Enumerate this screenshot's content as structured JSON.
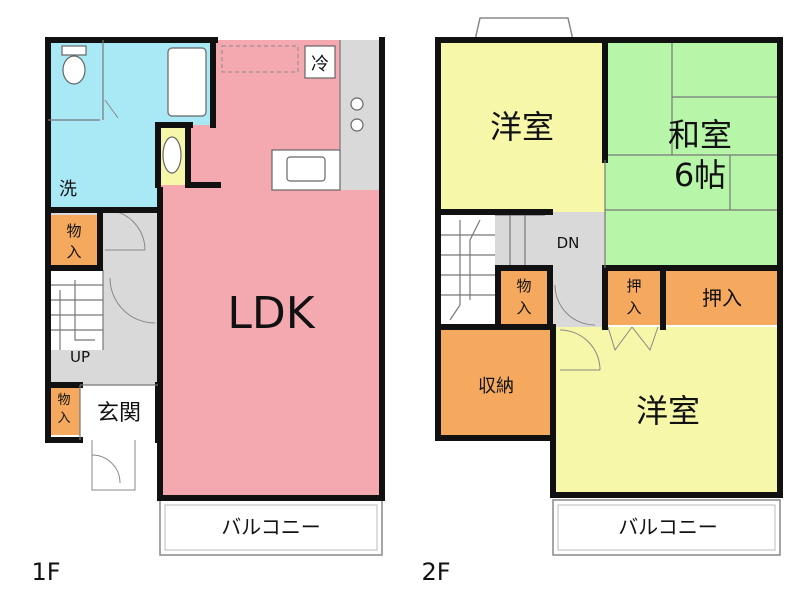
{
  "floor1": {
    "label": "1F",
    "rooms": {
      "ldk": "LDK",
      "wash": "洗",
      "fridge": "冷",
      "storage_upper": [
        "物",
        "入"
      ],
      "storage_lower": [
        "物",
        "入"
      ],
      "entrance": "玄関",
      "stairs_up": "UP",
      "balcony": "バルコニー"
    }
  },
  "floor2": {
    "label": "2F",
    "rooms": {
      "western_top": "洋室",
      "japanese": [
        "和室",
        "6帖"
      ],
      "stairs_down": "DN",
      "storage_small": [
        "物",
        "入"
      ],
      "oshiire_small": [
        "押",
        "入"
      ],
      "oshiire_wide": "押入",
      "shuno": "収納",
      "western_bottom": "洋室",
      "balcony": "バルコニー"
    }
  },
  "colors": {
    "ldk": "#f4a9b0",
    "wet": "#a9e8f5",
    "western": "#f7f7a9",
    "japanese": "#b7f5a9",
    "storage": "#f4a95e",
    "corridor": "#d9d9d9",
    "wall": "#111111"
  }
}
